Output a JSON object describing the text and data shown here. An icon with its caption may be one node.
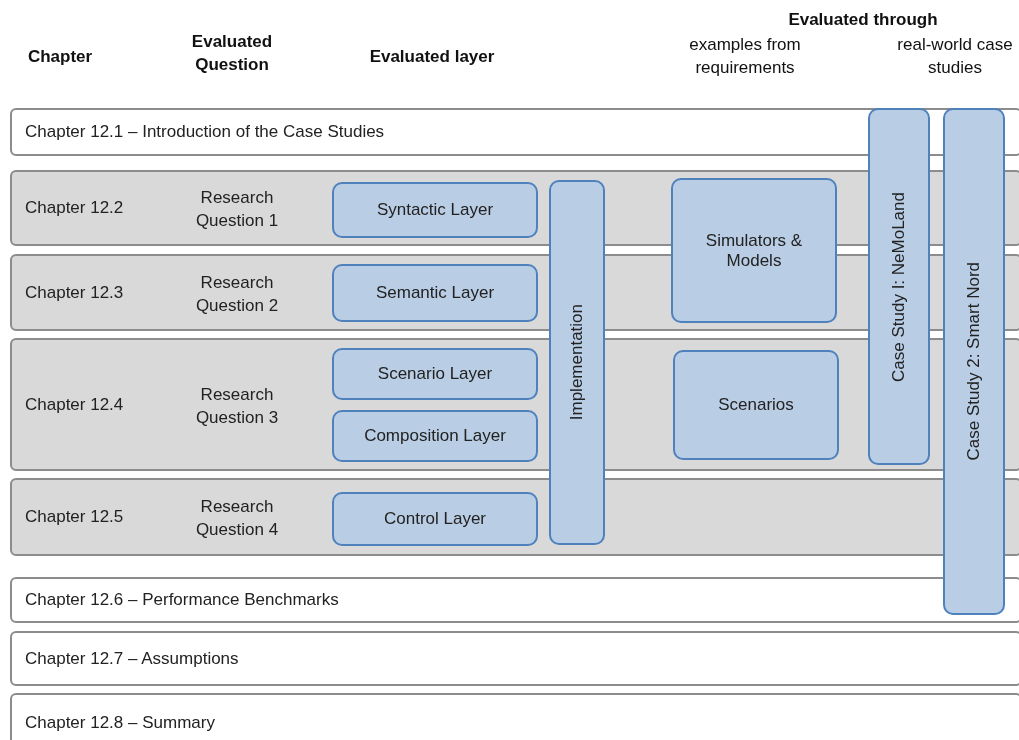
{
  "diagram": {
    "nodes": [
      {
        "text": [
          "Chapter 12.1 – Introduction of the Case Studies"
        ]
      },
      {
        "text": [
          "Chapter 12.2",
          "Research Question 1"
        ]
      },
      {
        "text": [
          "Syntactic Layer"
        ],
        "in": 1
      },
      {
        "text": [
          "Chapter 12.3",
          "Research Question 2"
        ]
      },
      {
        "text": [
          "Semantic Layer"
        ],
        "in": 3
      },
      {
        "text": [
          "Chapter 12.4",
          "Research Question 3"
        ]
      },
      {
        "text": [
          "Scenario Layer"
        ],
        "in": 5
      },
      {
        "text": [
          "Composition Layer"
        ],
        "in": 5
      },
      {
        "text": [
          "Chapter 12.5",
          "Research Question 4"
        ]
      },
      {
        "text": [
          "Control Layer"
        ],
        "in": 8
      },
      {
        "text": [
          "Implementation"
        ]
      },
      {
        "text": [
          "Simulators & Models"
        ]
      },
      {
        "text": [
          "Scenarios"
        ],
        "in": 5
      },
      {
        "text": [
          "Case Study I: NeMoLand"
        ]
      },
      {
        "text": [
          "Case Study 2: Smart Nord"
        ]
      },
      {
        "text": [
          "Chapter 12.6 – Performance Benchmarks"
        ]
      },
      {
        "text": [
          "Chapter 12.7 – Assumptions"
        ]
      },
      {
        "text": [
          "Chapter 12.8 – Summary"
        ]
      }
    ],
    "edges": [],
    "labels": [
      "Evaluated through",
      "Chapter",
      "Evaluated Question",
      "Evaluated layer",
      "examples from requirements",
      "real-world case studies"
    ]
  }
}
